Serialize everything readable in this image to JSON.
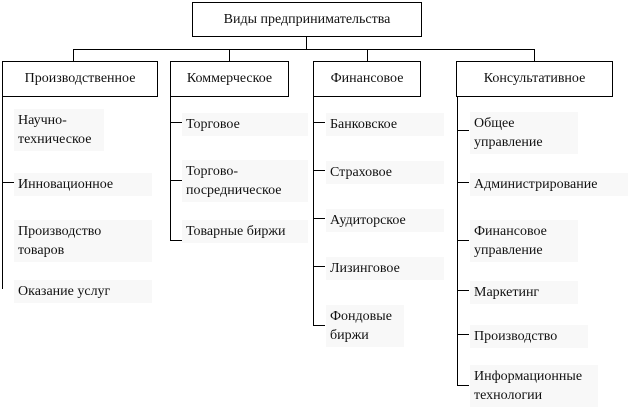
{
  "title": "Виды предпринимательства",
  "columns": [
    {
      "label": "Производственное",
      "items": [
        "Научно-техническое",
        "Инновационное",
        "Производство товаров",
        "Оказание услуг"
      ]
    },
    {
      "label": "Коммерческое",
      "items": [
        "Торговое",
        "Торгово-посредническое",
        "Товарные биржи"
      ]
    },
    {
      "label": "Финансовое",
      "items": [
        "Банковское",
        "Страховое",
        "Аудиторское",
        "Лизинговое",
        "Фондовые биржи"
      ]
    },
    {
      "label": "Консультативное",
      "items": [
        "Общее управление",
        "Администрирование",
        "Финансовое управление",
        "Маркетинг",
        "Производство",
        "Информационные технологии"
      ]
    }
  ]
}
